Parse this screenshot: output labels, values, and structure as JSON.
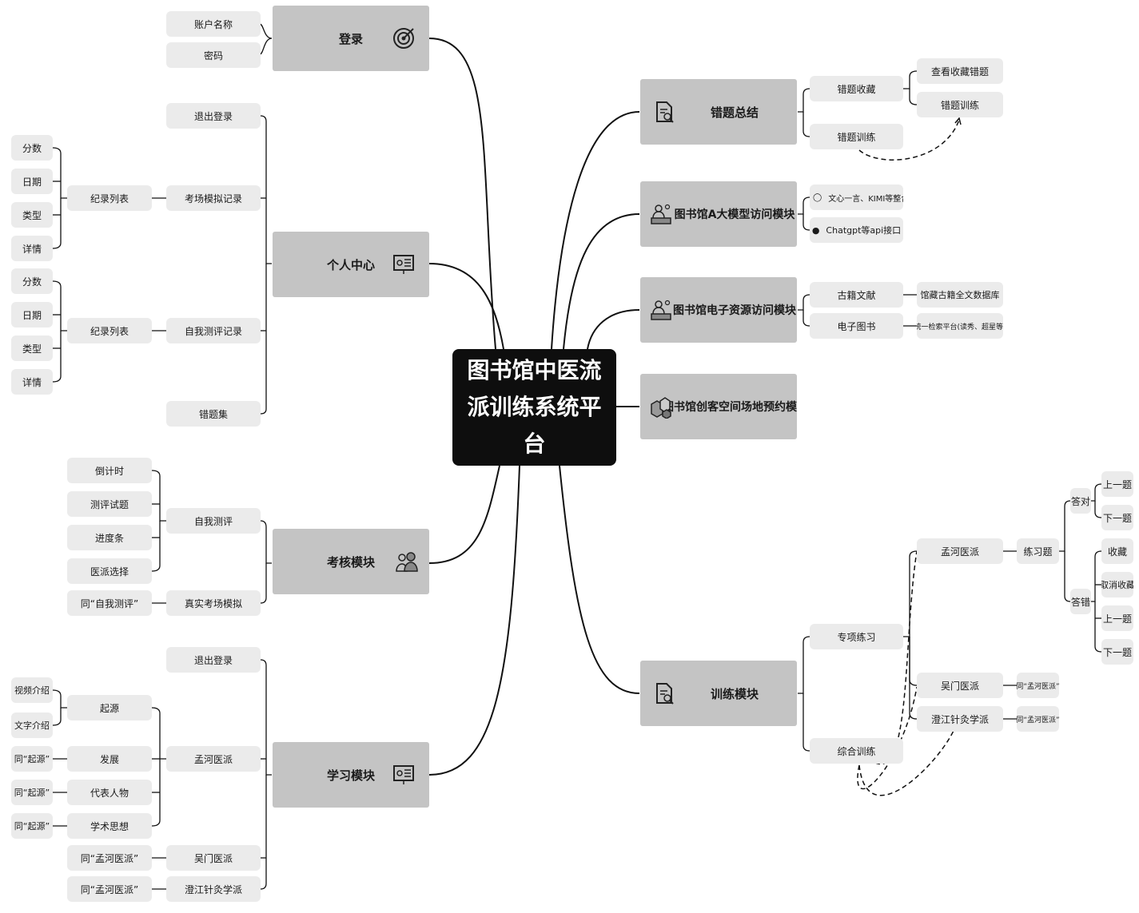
{
  "central": {
    "title": "图书馆中医流派训练系统平台"
  },
  "modules": {
    "login": "登录",
    "personal": "个人中心",
    "exam": "考核模块",
    "study": "学习模块",
    "wrong": "错题总结",
    "ai": "图书馆A大模型访问模块",
    "eres": "图书馆电子资源访问模块",
    "space": "图书馆创客空间场地预约模块",
    "train": "训练模块"
  },
  "login": {
    "account": "账户名称",
    "password": "密码"
  },
  "personal": {
    "logout": "退出登录",
    "exam_record": "考场模拟记录",
    "self_record": "自我测评记录",
    "wrong_set": "错题集",
    "record_list_1": "纪录列表",
    "record_list_2": "纪录列表",
    "fields_1": [
      "分数",
      "日期",
      "类型",
      "详情"
    ],
    "fields_2": [
      "分数",
      "日期",
      "类型",
      "详情"
    ]
  },
  "exam": {
    "self_eval": "自我测评",
    "real_exam": "真实考场模拟",
    "self_items": [
      "倒计时",
      "测评试题",
      "进度条",
      "医派选择"
    ],
    "same_as": "同“自我测评”"
  },
  "study": {
    "logout": "退出登录",
    "menghe": "孟河医派",
    "wumen": "吴门医派",
    "chengjiang": "澄江针灸学派",
    "origin": "起源",
    "develop": "发展",
    "people": "代表人物",
    "thought": "学术思想",
    "video_intro": "视频介绍",
    "text_intro": "文字介绍",
    "same_origin_1": "同“起源”",
    "same_origin_2": "同“起源”",
    "same_origin_3": "同“起源”",
    "same_menghe_1": "同“孟河医派”",
    "same_menghe_2": "同“孟河医派”"
  },
  "wrong": {
    "collect": "错题收藏",
    "training": "错题训练",
    "view": "查看收藏错题",
    "train2": "错题训练"
  },
  "ai": {
    "yiyan": "文心一言、KIMI等整合接口",
    "chatgpt": "Chatgpt等api接口"
  },
  "eres": {
    "ancient": "古籍文献",
    "ebook": "电子图书",
    "ancient_db": "馆藏古籍全文数据库",
    "search": "统一检索平台(读秀、超星等)"
  },
  "train": {
    "special": "专项练习",
    "comprehensive": "综合训练",
    "menghe": "孟河医派",
    "wumen": "吴门医派",
    "chengjiang": "澄江针灸学派",
    "practice": "练习题",
    "right": "答对",
    "wrong": "答错",
    "right_items": [
      "上一题",
      "下一题"
    ],
    "wrong_items": [
      "收藏",
      "取消收藏",
      "上一题",
      "下一题"
    ],
    "same_menghe_1": "同“孟河医派”",
    "same_menghe_2": "同“孟河医派”"
  },
  "icons": {
    "login": "target-icon",
    "personal": "presentation-board-icon",
    "exam": "people-group-icon",
    "study": "presentation-board-icon",
    "wrong": "document-search-icon",
    "ai": "person-desk-icon",
    "eres": "person-desk-icon",
    "space": "boxes-icon",
    "train": "document-search-icon"
  }
}
